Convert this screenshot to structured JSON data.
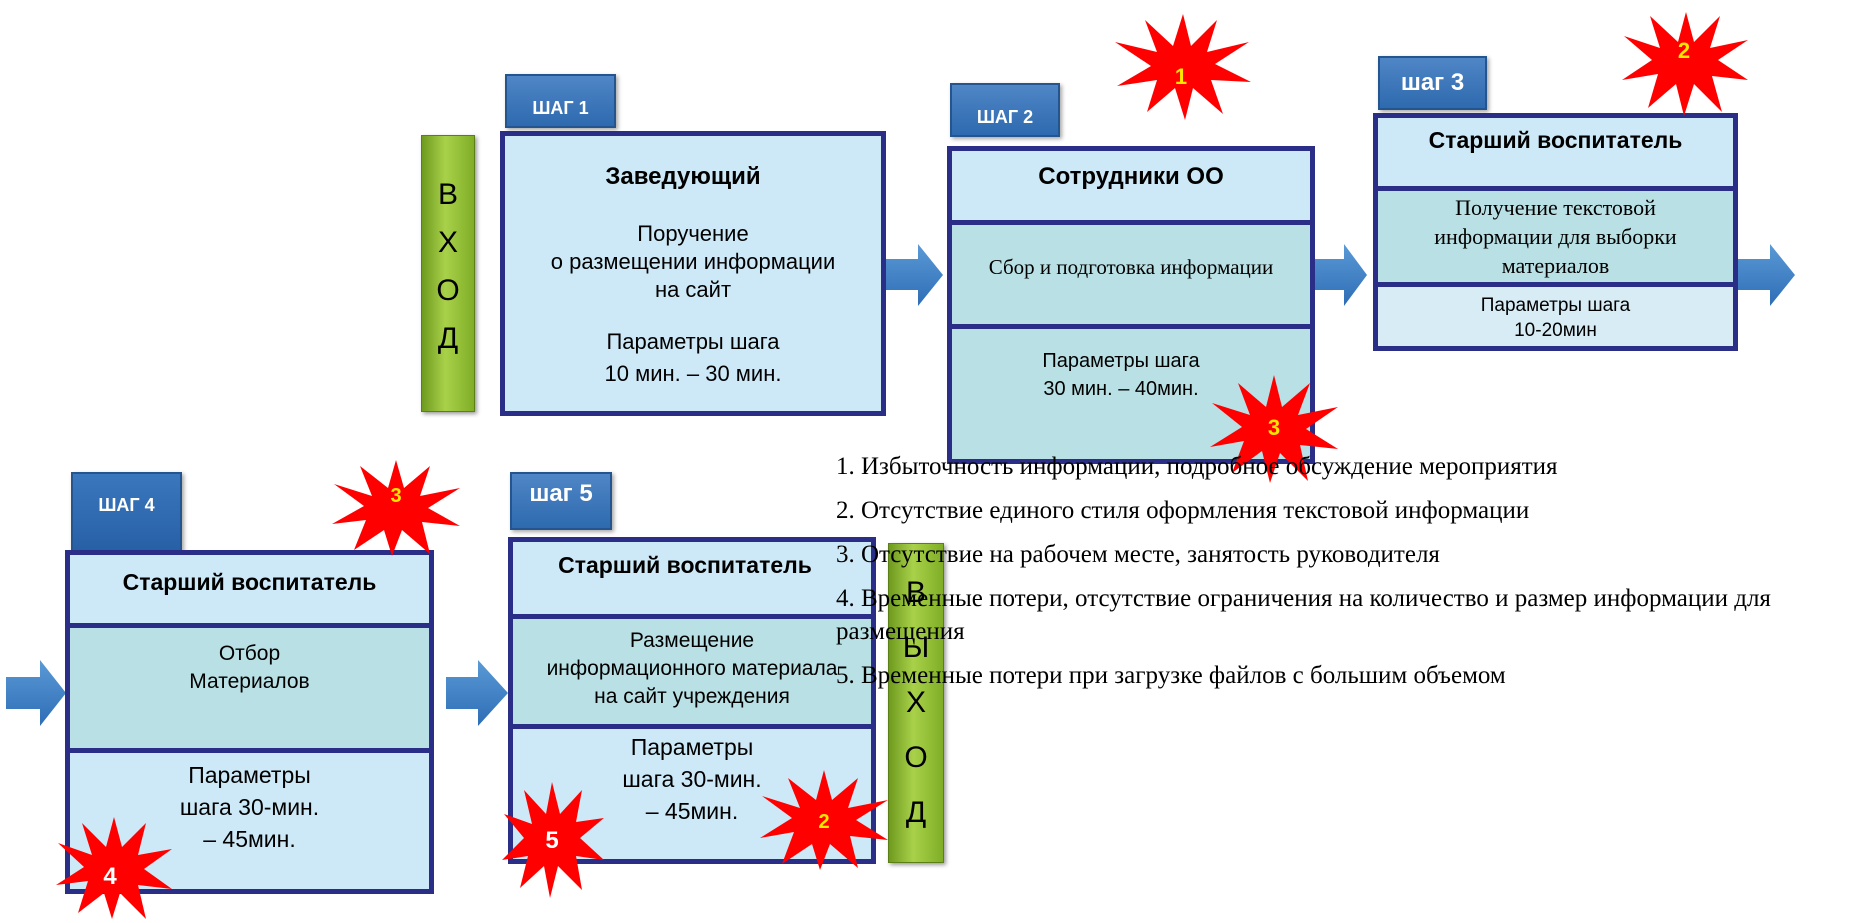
{
  "entry": {
    "letters": [
      "В",
      "Х",
      "О",
      "Д"
    ]
  },
  "exit": {
    "letters": [
      "В",
      "Ы",
      "Х",
      "О",
      "Д"
    ]
  },
  "steps": [
    {
      "tab": "ШАГ 1",
      "title": "Заведующий",
      "action": [
        "Поручение",
        "о размещении информации",
        "на сайт"
      ],
      "params": [
        "Параметры шага",
        "10 мин. –  30 мин."
      ]
    },
    {
      "tab": "ШАГ  2",
      "title": "Сотрудники ОО",
      "action": [
        "Сбор и подготовка информации"
      ],
      "params": [
        "Параметры шага",
        "30 мин. – 40мин."
      ]
    },
    {
      "tab": "шаг 3",
      "title": "Старший воспитатель",
      "action": [
        "Получение текстовой",
        "информации для выборки",
        "материалов"
      ],
      "params": [
        "Параметры шага",
        "10-20мин"
      ]
    },
    {
      "tab": "ШАГ 4",
      "title": "Старший воспитатель",
      "action": [
        "Отбор",
        "Материалов"
      ],
      "params": [
        "Параметры",
        "шага  30-мин.",
        "– 45мин."
      ]
    },
    {
      "tab": "шаг 5",
      "title": "Старший воспитатель",
      "action": [
        "Размещение",
        "информационного материала",
        "на сайт учреждения"
      ],
      "params": [
        "Параметры",
        "шага  30-мин.",
        "– 45мин."
      ]
    }
  ],
  "bursts": [
    "1",
    "2",
    "3",
    "3",
    "4",
    "5",
    "2"
  ],
  "colors": {
    "box_border": "#2b2e86",
    "box_fill": "#cde9f7",
    "tab": "#3a77bd",
    "arrow": "#3a7fc4",
    "burst": "#ff0000",
    "burst_label": "#ffe600",
    "bar": "#8dbb33"
  },
  "notes": [
    "1.    Избыточность информации, подробное обсуждение мероприятия",
    "2.    Отсутствие единого стиля оформления текстовой информации",
    "3.    Отсутствие на рабочем месте, занятость руководителя",
    "4.    Временные потери, отсутствие ограничения на  количество и размер  информации для размещения",
    "5.    Временные потери при загрузке  файлов с большим объемом"
  ]
}
